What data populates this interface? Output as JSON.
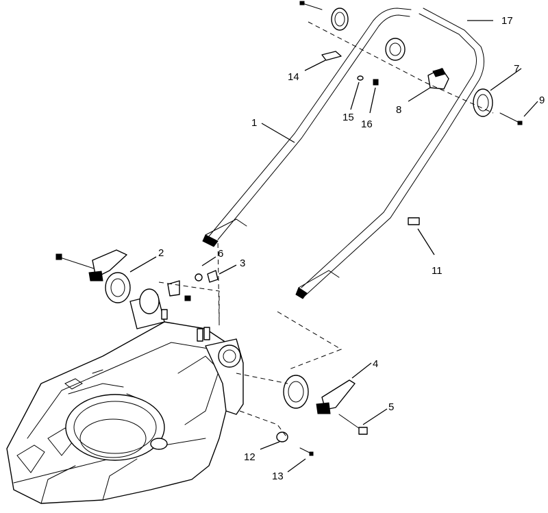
{
  "callouts": [
    {
      "id": "c1",
      "label": "1"
    },
    {
      "id": "c2",
      "label": "2"
    },
    {
      "id": "c3",
      "label": "3"
    },
    {
      "id": "c4",
      "label": "4"
    },
    {
      "id": "c5",
      "label": "5"
    },
    {
      "id": "c6",
      "label": "6"
    },
    {
      "id": "c7",
      "label": "7"
    },
    {
      "id": "c8",
      "label": "8"
    },
    {
      "id": "c9",
      "label": "9"
    },
    {
      "id": "c11",
      "label": "11"
    },
    {
      "id": "c12",
      "label": "12"
    },
    {
      "id": "c13",
      "label": "13"
    },
    {
      "id": "c14",
      "label": "14"
    },
    {
      "id": "c15",
      "label": "15"
    },
    {
      "id": "c16",
      "label": "16"
    },
    {
      "id": "c17",
      "label": "17"
    }
  ]
}
